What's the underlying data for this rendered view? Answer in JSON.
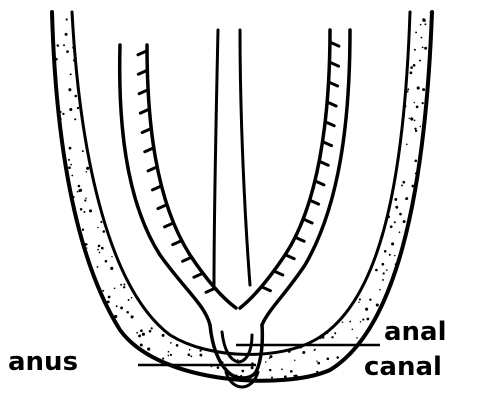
{
  "labels": {
    "anus": "anus",
    "anal_canal_line1": "anal",
    "anal_canal_line2": "canal"
  },
  "colors": {
    "ink": "#000000",
    "background": "#ffffff"
  }
}
